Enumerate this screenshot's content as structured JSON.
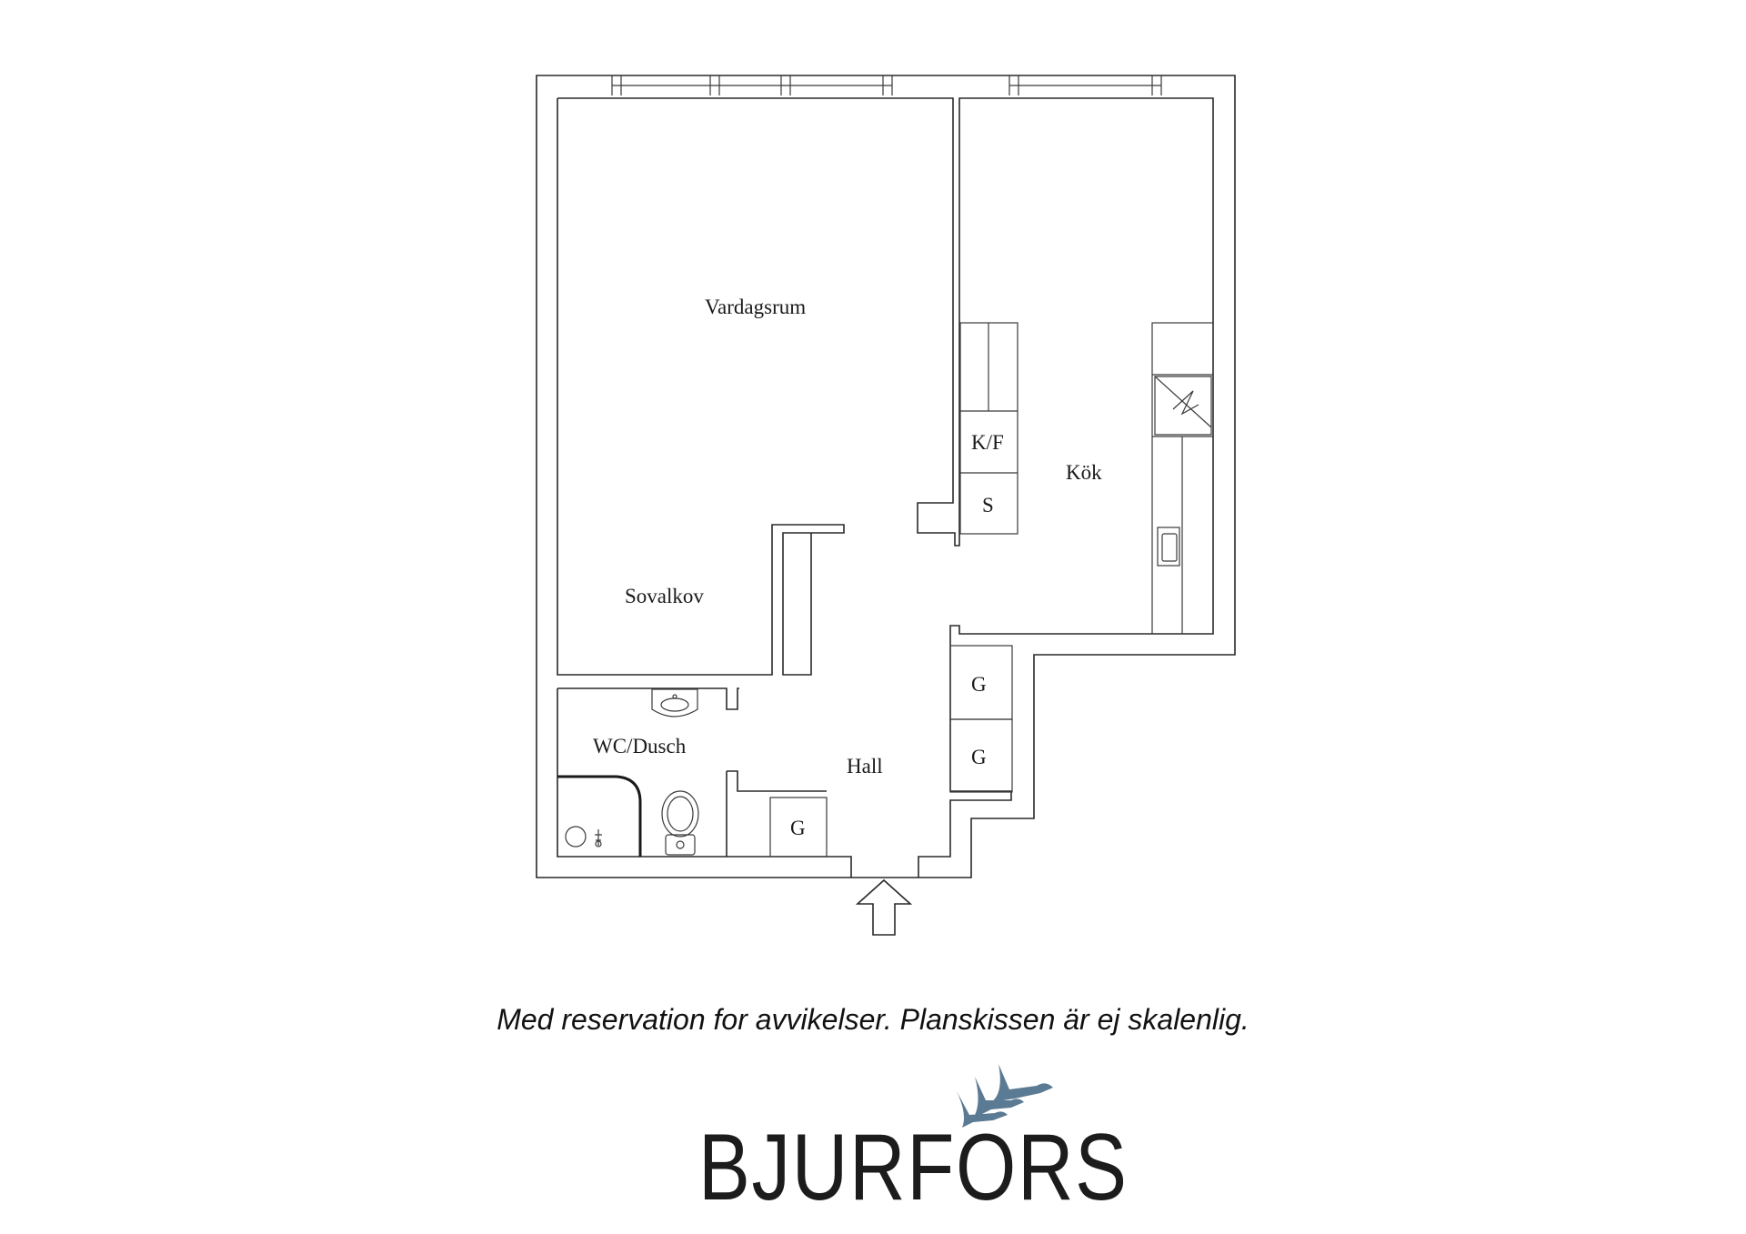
{
  "rooms": {
    "living": "Vardagsrum",
    "kitchen": "Kök",
    "alcove": "Sovalkov",
    "bathroom": "WC/Dusch",
    "hall": "Hall"
  },
  "fixtures": {
    "fridge_freezer": "K/F",
    "storage": "S",
    "wardrobe": "G"
  },
  "icons": [
    "entrance-arrow-icon",
    "sink-icon",
    "toilet-icon",
    "shower-icon",
    "stove-icon",
    "kitchen-sink-icon",
    "birds-logo-icon"
  ],
  "disclaimer": "Med reservation for avvikelser. Planskissen är ej skalenlig.",
  "brand": {
    "name": "BJURFORS",
    "logo_color": "#5b7a93"
  }
}
